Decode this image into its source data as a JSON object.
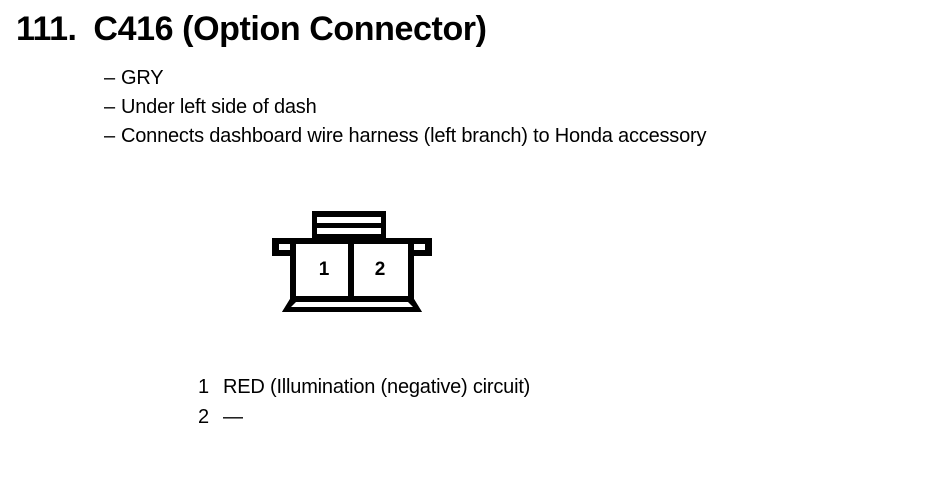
{
  "heading": {
    "number": "111.",
    "title": "C416 (Option Connector)"
  },
  "bullets": [
    {
      "dash": "–",
      "text": "GRY"
    },
    {
      "dash": "–",
      "text": "Under left side of dash"
    },
    {
      "dash": "–",
      "text": "Connects dashboard wire harness (left branch) to Honda accessory"
    }
  ],
  "connector": {
    "icon": "two-pin-connector-diagram",
    "cavities": [
      {
        "number": "1"
      },
      {
        "number": "2"
      }
    ],
    "line_color": "#000000",
    "fill_color": "#ffffff"
  },
  "legend": [
    {
      "pin": "1",
      "description": "RED (Illumination (negative) circuit)"
    },
    {
      "pin": "2",
      "description": "—"
    }
  ]
}
